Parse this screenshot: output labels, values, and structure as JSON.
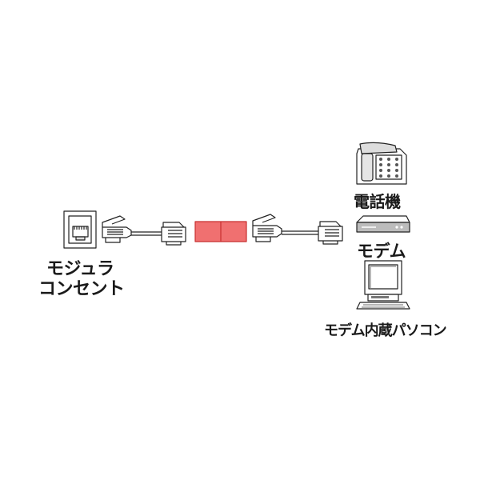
{
  "labels": {
    "jack_line1": "モジュラ",
    "jack_line2": "コンセント",
    "telephone": "電話機",
    "modem": "モデム",
    "modem_pc": "モデム内蔵パソコン"
  },
  "icons": {
    "wall_jack": "modular-wall-jack-icon",
    "plug": "rj11-plug-icon",
    "coupler": "inline-coupler-icon",
    "telephone": "telephone-icon",
    "modem": "modem-icon",
    "computer": "computer-icon"
  },
  "colors": {
    "coupler_fill": "#f07070",
    "coupler_stroke": "#c83030",
    "line": "#222222",
    "device_fill": "#ffffff",
    "device_shade": "#cfcfcf",
    "screen_dark": "#777777"
  }
}
